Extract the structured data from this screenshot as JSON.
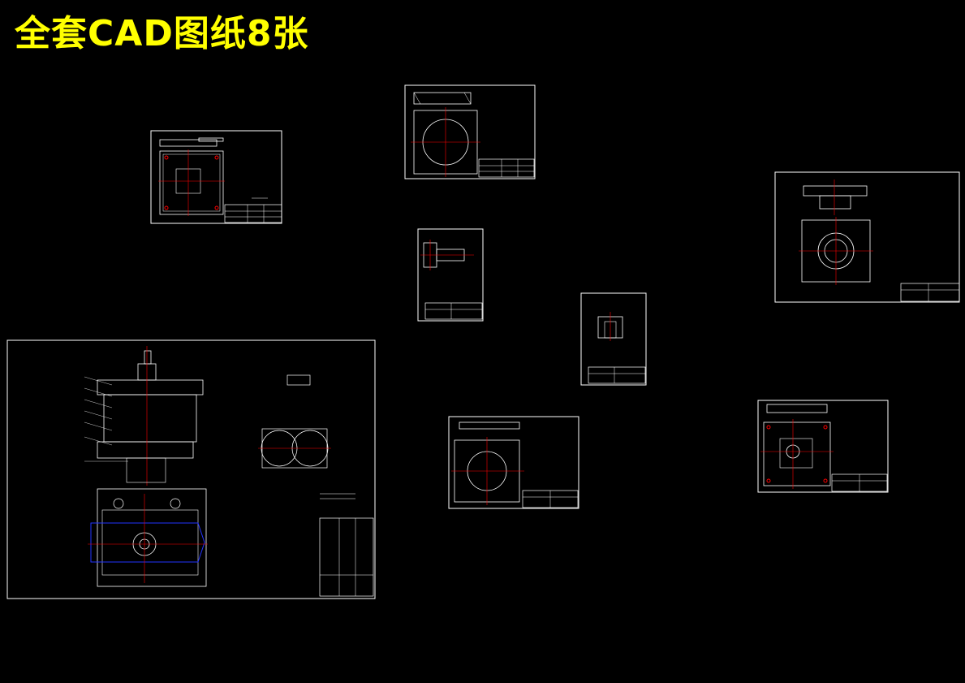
{
  "title": "全套CAD图纸8张",
  "colors": {
    "background": "#000000",
    "title": "#ffff00",
    "frame": "#ffffff",
    "centerline": "#ff0000",
    "outline": "#0000ff"
  },
  "drawings": [
    {
      "id": "sheet-1-plate-top-left"
    },
    {
      "id": "sheet-2-round-plate-top"
    },
    {
      "id": "sheet-3-shaft-part"
    },
    {
      "id": "sheet-4-small-bushing"
    },
    {
      "id": "sheet-5-flange-plate-right"
    },
    {
      "id": "sheet-6-assembly-main"
    },
    {
      "id": "sheet-7-square-plate-bottom"
    },
    {
      "id": "sheet-8-holed-plate-bottom-right"
    }
  ]
}
